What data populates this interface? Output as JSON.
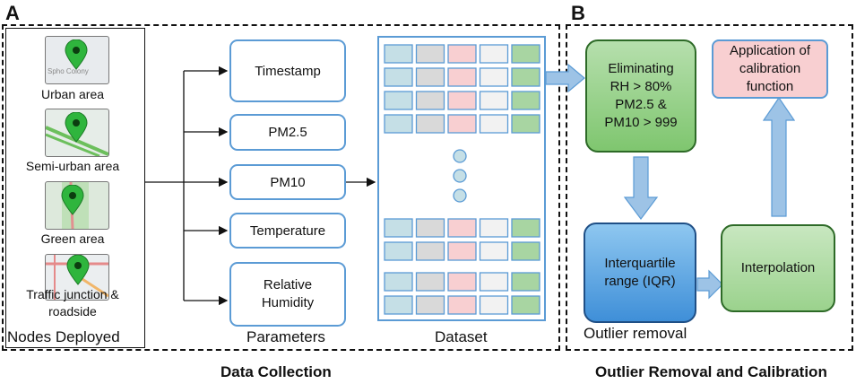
{
  "panels": {
    "a_letter": "A",
    "b_letter": "B"
  },
  "nodes": {
    "caption": "Nodes Deployed",
    "items": [
      {
        "label": "Urban area",
        "map_text": "Spho Colony"
      },
      {
        "label": "Semi-urban area"
      },
      {
        "label": "Green area"
      },
      {
        "label_line1": "Traffic junction &",
        "label_line2": "roadside"
      }
    ]
  },
  "parameters": {
    "caption": "Parameters",
    "items": [
      {
        "label": "Timestamp",
        "color": "#d5e6ea"
      },
      {
        "label": "PM2.5",
        "color": "#d9d9d9"
      },
      {
        "label": "PM10",
        "color": "#f8cfd1"
      },
      {
        "label": "Temperature",
        "color": "#f2f2f2"
      },
      {
        "label_line1": "Relative",
        "label_line2": "Humidity",
        "color": "#a8d5a2"
      }
    ]
  },
  "dataset": {
    "caption": "Dataset"
  },
  "outlier": {
    "caption": "Outlier removal",
    "eliminating": {
      "line1": "Eliminating",
      "line2": "RH > 80%",
      "line3": "PM2.5 &",
      "line4": "PM10 > 999"
    },
    "iqr": {
      "line1": "Interquartile",
      "line2": "range (IQR)"
    },
    "interpolation": "Interpolation",
    "calibration": {
      "line1": "Application of",
      "line2": "calibration",
      "line3": "function"
    }
  },
  "bottom": {
    "left_title": "Data Collection",
    "right_title": "Outlier Removal and Calibration"
  },
  "colors": {
    "blue_border": "#5b9bd5",
    "green_box": "#8fce7e",
    "blue_box": "#5aa3e0",
    "pink": "#f8cfd1",
    "arrow": "#9dc3e6"
  }
}
